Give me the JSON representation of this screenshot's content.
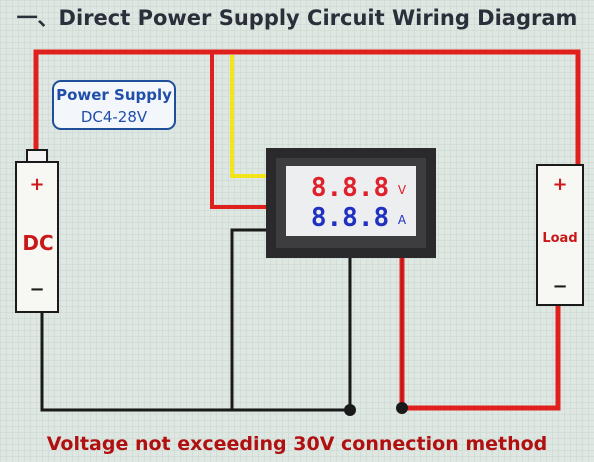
{
  "title": "一、Direct Power Supply Circuit Wiring Diagram",
  "power_supply_label": {
    "line1": "Power Supply",
    "line2": "DC4-28V"
  },
  "battery": {
    "plus": "+",
    "label": "DC",
    "minus": "−"
  },
  "load": {
    "plus": "+",
    "label": "Load",
    "minus": "−"
  },
  "meter": {
    "voltage_reading": "8.8.8",
    "voltage_unit": "V",
    "current_reading": "8.8.8",
    "current_unit": "A"
  },
  "footer": "Voltage not exceeding 30V connection method",
  "colors": {
    "background": "#dfe7e2",
    "red_wire": "#e0201c",
    "black_wire": "#1a1a1a",
    "yellow_wire": "#f2e61a",
    "voltage_digits": "#e0202a",
    "current_digits": "#2030c0"
  }
}
